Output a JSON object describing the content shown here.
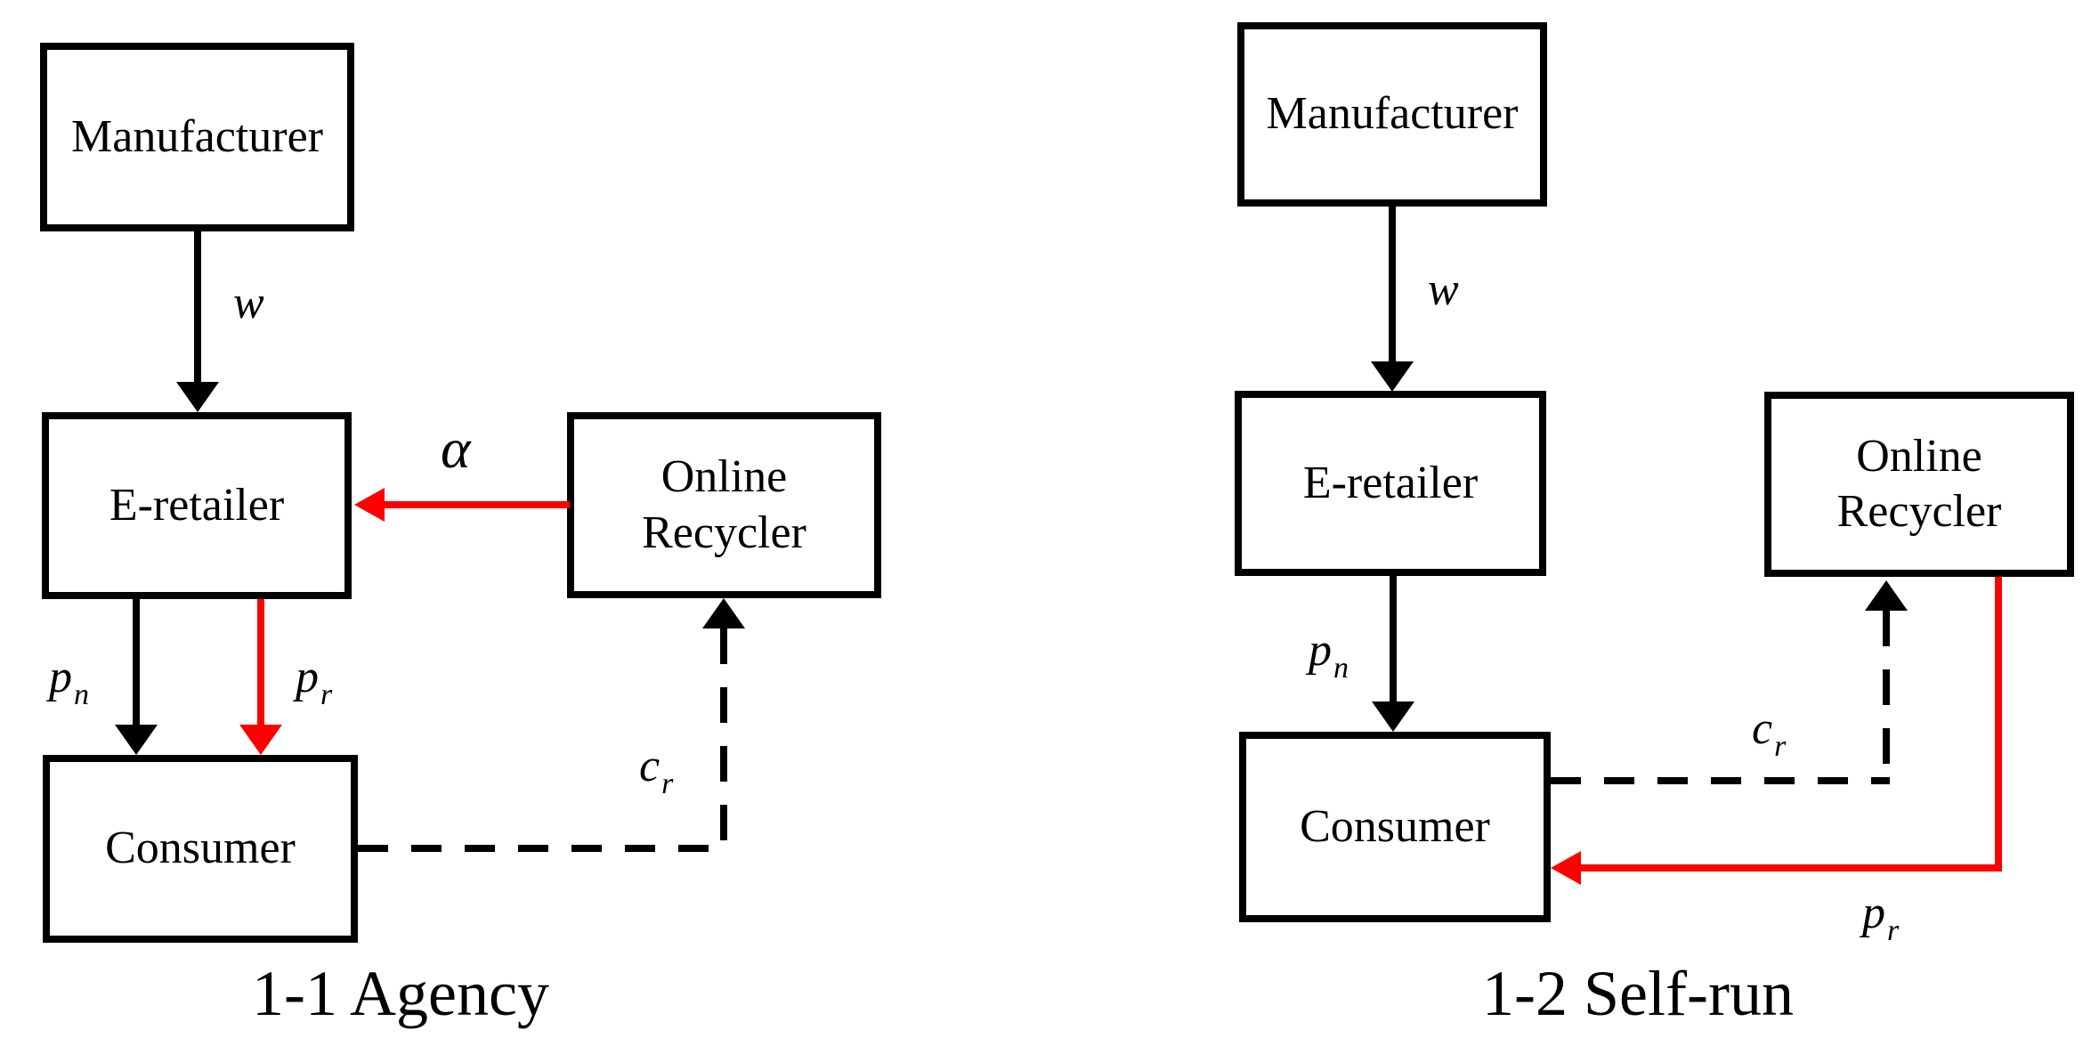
{
  "figure": {
    "background": "#ffffff",
    "colors": {
      "line_black": "#000000",
      "accent_red": "#ff0000"
    },
    "diagrams": [
      {
        "caption": "1-1 Agency",
        "nodes": {
          "manufacturer": "Manufacturer",
          "e_retailer": "E-retailer",
          "online_recycler": {
            "line1": "Online",
            "line2": "Recycler"
          },
          "consumer": "Consumer"
        },
        "edge_labels": {
          "wholesale": "w",
          "alpha": "α",
          "pn": {
            "main": "p",
            "sub": "n"
          },
          "pr": {
            "main": "p",
            "sub": "r"
          },
          "cr": {
            "main": "c",
            "sub": "r"
          }
        }
      },
      {
        "caption": "1-2 Self-run",
        "nodes": {
          "manufacturer": "Manufacturer",
          "e_retailer": "E-retailer",
          "online_recycler": {
            "line1": "Online",
            "line2": "Recycler"
          },
          "consumer": "Consumer"
        },
        "edge_labels": {
          "wholesale": "w",
          "pn": {
            "main": "p",
            "sub": "n"
          },
          "pr": {
            "main": "p",
            "sub": "r"
          },
          "cr": {
            "main": "c",
            "sub": "r"
          }
        }
      }
    ]
  }
}
